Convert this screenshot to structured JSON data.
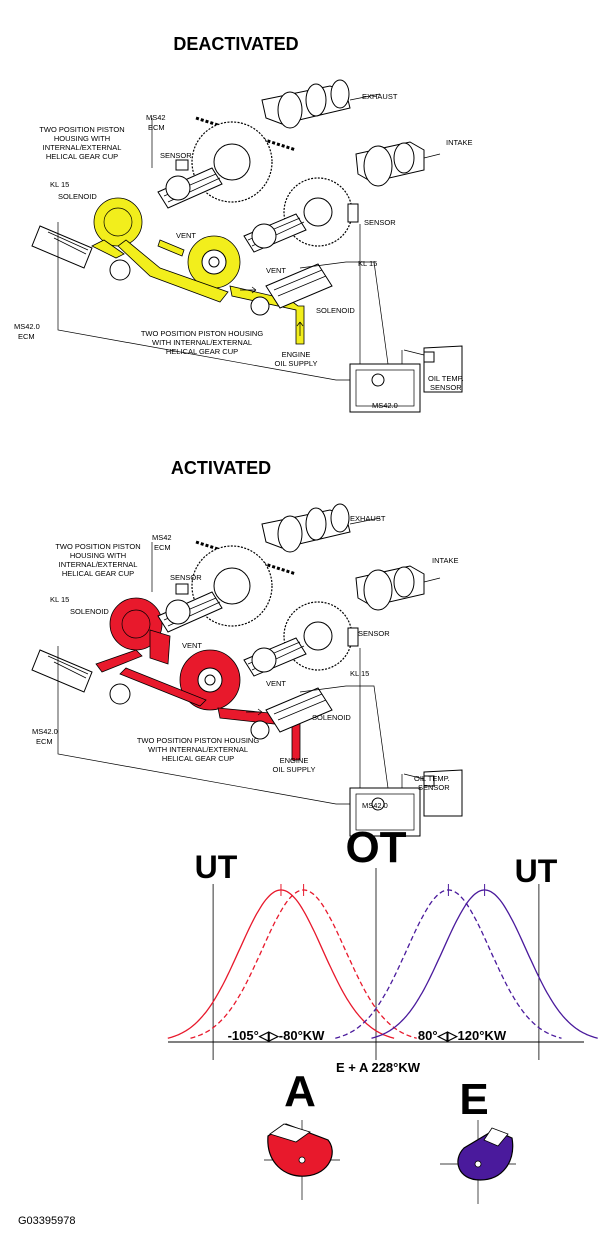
{
  "diagrams": [
    {
      "title": "DEACTIVATED",
      "highlight_color": "#f2ee1c",
      "labels": {
        "exhaust": "EXHAUST",
        "intake": "INTAKE",
        "ecm_top_1": "MS42",
        "ecm_top_2": "ECM",
        "sensor_top": "SENSOR",
        "sensor_right": "SENSOR",
        "housing_top_1": "TWO POSITION PISTON",
        "housing_top_2": "HOUSING WITH",
        "housing_top_3": "INTERNAL/EXTERNAL",
        "housing_top_4": "HELICAL GEAR CUP",
        "kl15_left": "KL 15",
        "solenoid_left": "SOLENOID",
        "vent_1": "VENT",
        "vent_2": "VENT",
        "kl15_right": "KL 15",
        "solenoid_right": "SOLENOID",
        "ecm_left_1": "MS42.0",
        "ecm_left_2": "ECM",
        "housing_bottom_1": "TWO POSITION PISTON HOUSING",
        "housing_bottom_2": "WITH INTERNAL/EXTERNAL",
        "housing_bottom_3": "HELICAL GEAR CUP",
        "oil_supply_1": "ENGINE",
        "oil_supply_2": "OIL SUPPLY",
        "oil_temp_1": "OIL TEMP.",
        "oil_temp_2": "SENSOR",
        "module": "MS42.0"
      }
    },
    {
      "title": "ACTIVATED",
      "highlight_color": "#e8192c",
      "labels": {
        "exhaust": "EXHAUST",
        "intake": "INTAKE",
        "ecm_top_1": "MS42",
        "ecm_top_2": "ECM",
        "sensor_top": "SENSOR",
        "sensor_right": "SENSOR",
        "housing_top_1": "TWO POSITION PISTON",
        "housing_top_2": "HOUSING WITH",
        "housing_top_3": "INTERNAL/EXTERNAL",
        "housing_top_4": "HELICAL GEAR CUP",
        "kl15_left": "KL 15",
        "solenoid_left": "SOLENOID",
        "vent_1": "VENT",
        "vent_2": "VENT",
        "kl15_right": "KL 15",
        "solenoid_right": "SOLENOID",
        "ecm_left_1": "MS42.0",
        "ecm_left_2": "ECM",
        "housing_bottom_1": "TWO POSITION PISTON HOUSING",
        "housing_bottom_2": "WITH INTERNAL/EXTERNAL",
        "housing_bottom_3": "HELICAL GEAR CUP",
        "oil_supply_1": "ENGINE",
        "oil_supply_2": "OIL SUPPLY",
        "oil_temp_1": "OIL TEMP.",
        "oil_temp_2": "SENSOR",
        "module": "MS42.0"
      }
    }
  ],
  "timing": {
    "ut_left": "UT",
    "ot": "OT",
    "ut_right": "UT",
    "range_a": "-105°◁▷-80°KW",
    "range_e": "80°◁▷120°KW",
    "overlap": "E + A 228°KW",
    "letter_a": "A",
    "letter_e": "E",
    "color_a": "#e8192c",
    "color_e": "#4a1a9c",
    "series": [
      {
        "peak_deg": -105,
        "style": "solid",
        "color": "#e8192c"
      },
      {
        "peak_deg": -80,
        "style": "dashed",
        "color": "#e8192c"
      },
      {
        "peak_deg": 80,
        "style": "dashed",
        "color": "#4a1a9c"
      },
      {
        "peak_deg": 120,
        "style": "solid",
        "color": "#4a1a9c"
      }
    ],
    "x_range_deg": [
      -220,
      220
    ],
    "ut_deg": [
      -180,
      180
    ]
  },
  "figure_code": "G03395978"
}
